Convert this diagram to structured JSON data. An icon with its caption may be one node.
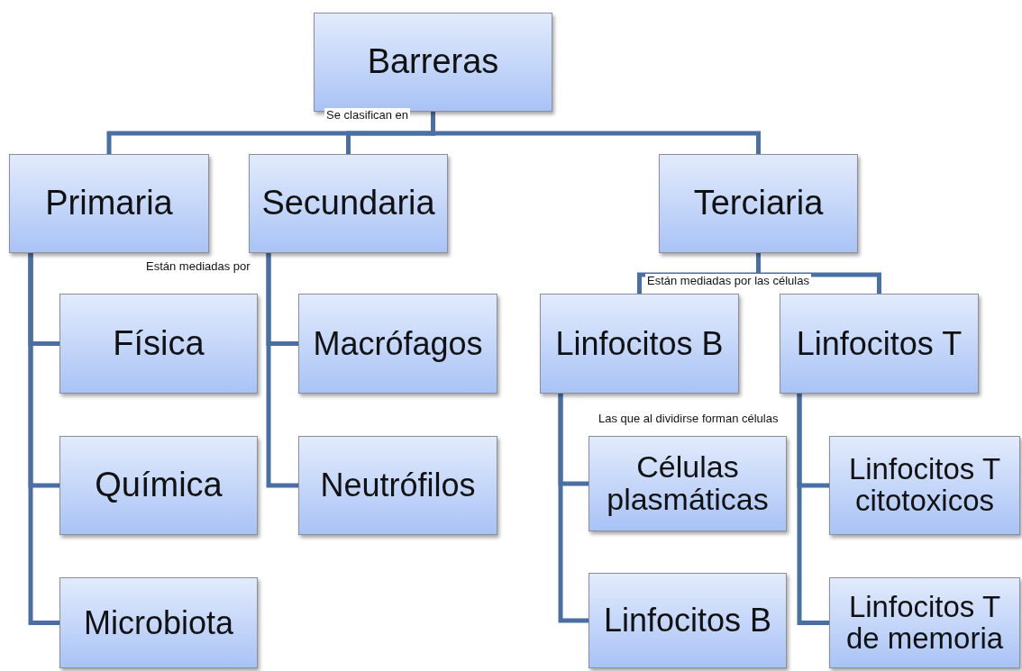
{
  "diagram": {
    "nodes": [
      {
        "text": [
          "Barreras"
        ]
      },
      {
        "text": [
          "Primaria"
        ]
      },
      {
        "text": [
          "Secundaria"
        ]
      },
      {
        "text": [
          "Terciaria"
        ]
      },
      {
        "text": [
          "Física"
        ]
      },
      {
        "text": [
          "Química"
        ]
      },
      {
        "text": [
          "Microbiota"
        ]
      },
      {
        "text": [
          "Macrófagos"
        ]
      },
      {
        "text": [
          "Neutrófilos"
        ]
      },
      {
        "text": [
          "Linfocitos B"
        ]
      },
      {
        "text": [
          "Linfocitos T"
        ]
      },
      {
        "text": [
          "Células plasmáticas"
        ]
      },
      {
        "text": [
          "Linfocitos B"
        ]
      },
      {
        "text": [
          "Linfocitos T citotoxicos"
        ]
      },
      {
        "text": [
          "Linfocitos T de memoria"
        ]
      }
    ],
    "edges": [
      {
        "from": 0,
        "to": 1,
        "arrow": "none"
      },
      {
        "from": 0,
        "to": 2,
        "arrow": "none"
      },
      {
        "from": 0,
        "to": 3,
        "arrow": "none"
      },
      {
        "from": 1,
        "to": 4,
        "arrow": "none"
      },
      {
        "from": 1,
        "to": 5,
        "arrow": "none"
      },
      {
        "from": 1,
        "to": 6,
        "arrow": "none"
      },
      {
        "from": 2,
        "to": 7,
        "arrow": "none"
      },
      {
        "from": 2,
        "to": 8,
        "arrow": "none"
      },
      {
        "from": 3,
        "to": 9,
        "arrow": "none"
      },
      {
        "from": 3,
        "to": 10,
        "arrow": "none"
      },
      {
        "from": 9,
        "to": 11,
        "arrow": "none"
      },
      {
        "from": 9,
        "to": 12,
        "arrow": "none"
      },
      {
        "from": 10,
        "to": 13,
        "arrow": "none"
      },
      {
        "from": 10,
        "to": 14,
        "arrow": "none"
      }
    ],
    "labels": [
      "Se clasifican en",
      "Están mediadas por",
      "Están mediadas por las células",
      "Las que al dividirse forman células"
    ]
  }
}
